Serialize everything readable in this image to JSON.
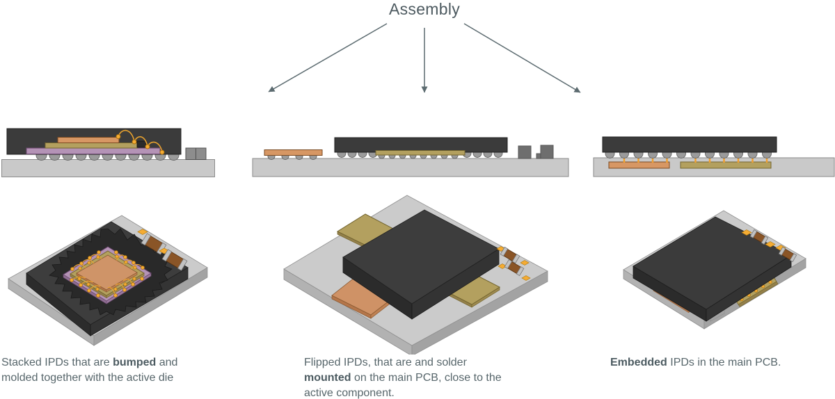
{
  "title": "Assembly",
  "branches": {
    "stacked": {
      "caption": {
        "pre": "Stacked IPDs that are ",
        "bold": "bumped",
        "post": " and molded together with the active die"
      }
    },
    "flipped": {
      "caption": {
        "pre": "Flipped IPDs, that are and solder ",
        "bold": "mounted",
        "post": " on the main PCB, close to the active component."
      }
    },
    "embedded": {
      "caption": {
        "pre": "",
        "bold": "Embedded",
        "post": " IPDs in the main PCB."
      }
    }
  },
  "colors": {
    "text": "#57666b",
    "arrow": "#5c6b70",
    "pcb_gray": "#c9c9c9",
    "package_dark": "#3b3b3b",
    "ipd_orange": "#d79764",
    "ipd_tan": "#b3a05f",
    "ipd_purple": "#b493b6",
    "gold": "#f5ac33",
    "solder_gray": "#9b9b9b",
    "passive_brown": "#8a5527"
  }
}
